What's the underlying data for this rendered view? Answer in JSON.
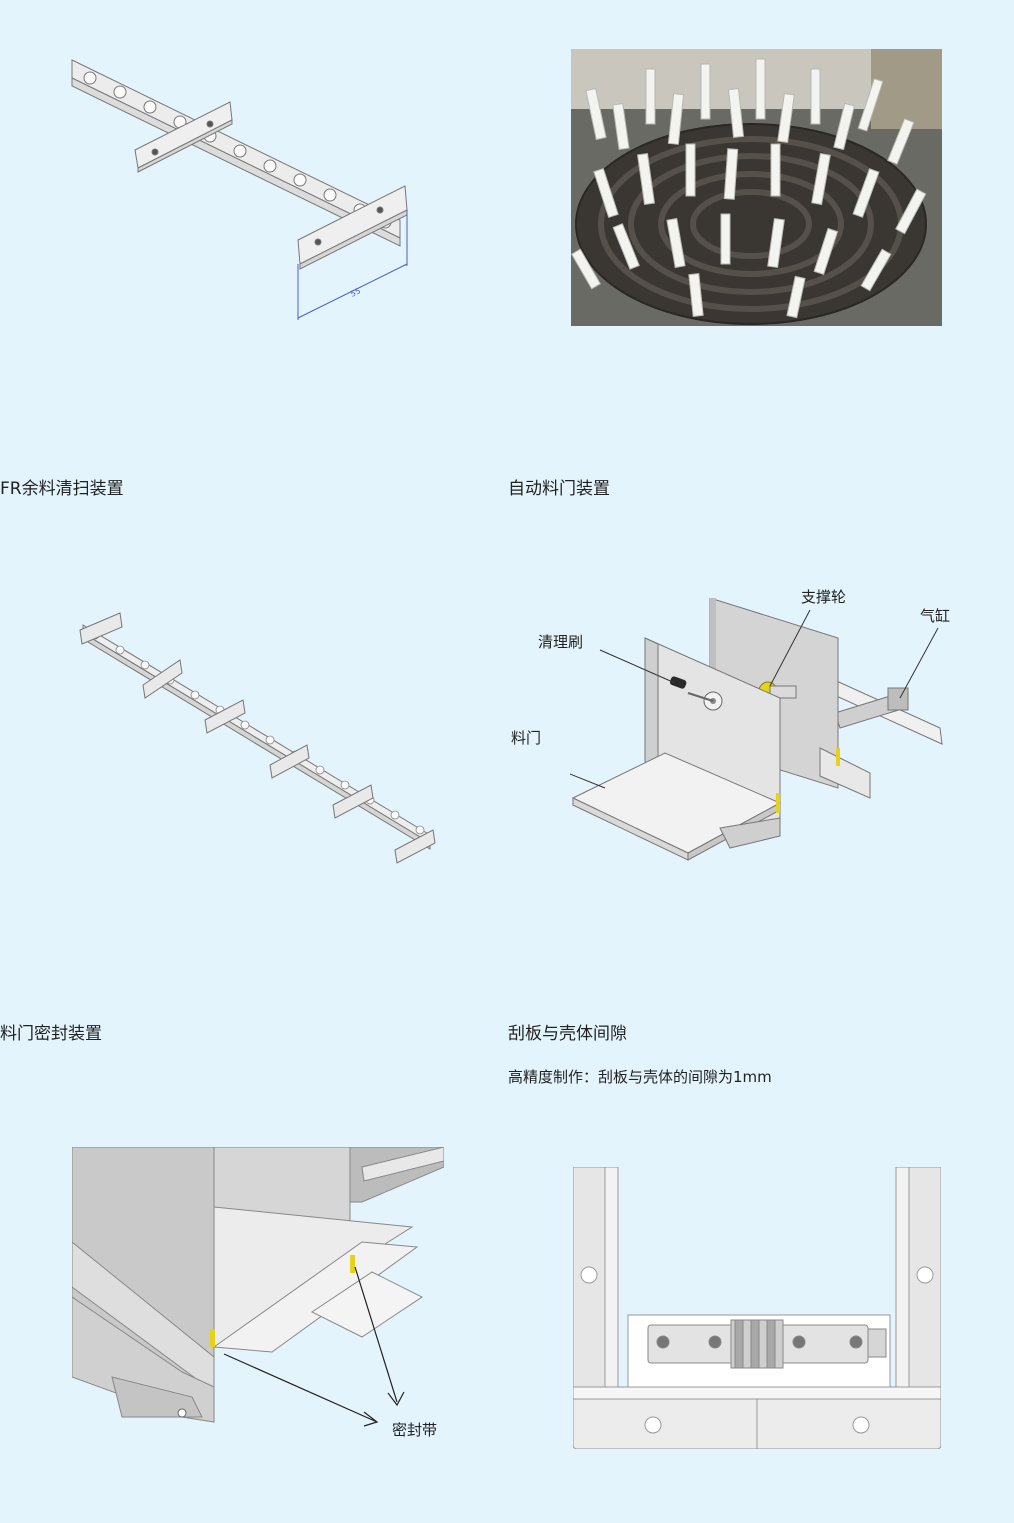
{
  "sections": [
    {
      "caption": "FR余料清扫装置"
    },
    {
      "caption": "自动料门装置"
    },
    {
      "caption": "料门密封装置"
    },
    {
      "caption": "刮板与壳体间隙",
      "description": "高精度制作：刮板与壳体的间隙为1mm"
    }
  ],
  "figures": {
    "chain_dimension_mark": "55",
    "gate_labels": {
      "support_wheel": "支撑轮",
      "cylinder": "气缸",
      "cleaning_brush": "清理刷",
      "gate": "料门"
    },
    "seal_label": "密封带"
  },
  "colors": {
    "background": "#e3f4fd",
    "accent_yellow": "#e6d21a",
    "dimension_line": "#4a5fc0"
  }
}
